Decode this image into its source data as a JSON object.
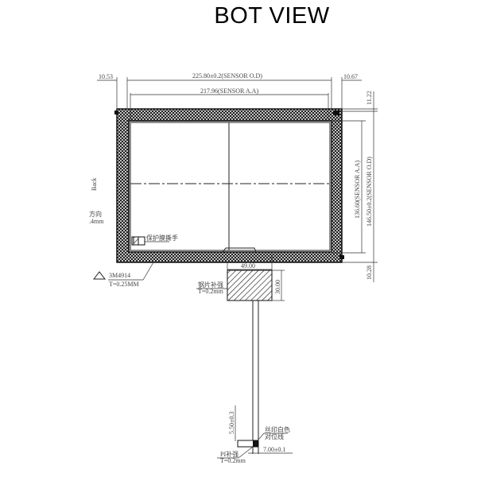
{
  "title": "BOT VIEW",
  "dimensions": {
    "left_margin": "10.53",
    "outline_width": "225.80±0.2(SENSOR O.D)",
    "active_width": "217.96(SENSOR A.A)",
    "right_margin": "10.67",
    "top_margin": "11.22",
    "active_height": "136.60(SENSOR A.A)",
    "outline_height": "146.50±0.2(SENSOR O.D)",
    "bottom_margin": "10.28",
    "fpc_width": "49.00",
    "fpc_stiffener_height": "30.00",
    "tail_length": "5.50±0.3",
    "tail_width": "7.00±0.1"
  },
  "notes": {
    "side_label": "Back",
    "direction": "方向",
    "thickness_fragment": ".4mm",
    "protective_film_tab": "保护膜撕手",
    "tape": "3M4914",
    "tape_thickness": "T=0.25MM",
    "steel_stiffener": "钢片补强",
    "steel_thickness": "T=0.2mm",
    "silkscreen": "丝印白色",
    "alignment_line": "对位线",
    "pi_stiffener": "PI补强",
    "pi_thickness": "T=0.2mm"
  }
}
